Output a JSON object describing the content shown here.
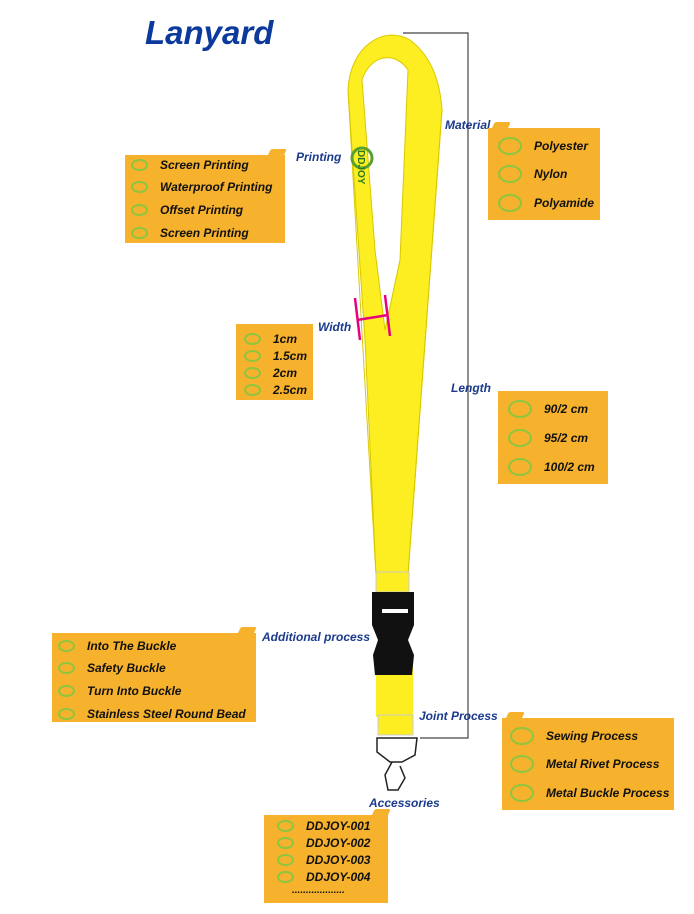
{
  "title": "Lanyard",
  "colors": {
    "box": "#f6b12d",
    "ring": "#8cc63f",
    "strap": "#fcee21",
    "label": "#1a3a8c",
    "marker": "#e6007e"
  },
  "logo_text": "DDJOY",
  "printing": {
    "label": "Printing",
    "options": [
      "Screen Printing",
      "Waterproof Printing",
      "Offset Printing",
      "Screen Printing"
    ]
  },
  "material": {
    "label": "Material",
    "options": [
      "Polyester",
      "Nylon",
      "Polyamide"
    ]
  },
  "width": {
    "label": "Width",
    "options": [
      "1cm",
      "1.5cm",
      "2cm",
      "2.5cm"
    ]
  },
  "length": {
    "label": "Length",
    "options": [
      "90/2 cm",
      "95/2 cm",
      "100/2 cm"
    ]
  },
  "additional": {
    "label": "Additional process",
    "options": [
      "Into The Buckle",
      "Safety Buckle",
      "Turn Into Buckle",
      "Stainless Steel Round Bead"
    ]
  },
  "joint": {
    "label": "Joint Process",
    "options": [
      "Sewing Process",
      "Metal Rivet Process",
      "Metal Buckle Process"
    ]
  },
  "accessories": {
    "label": "Accessories",
    "options": [
      "DDJOY-001",
      "DDJOY-002",
      "DDJOY-003",
      "DDJOY-004",
      "..................."
    ]
  }
}
